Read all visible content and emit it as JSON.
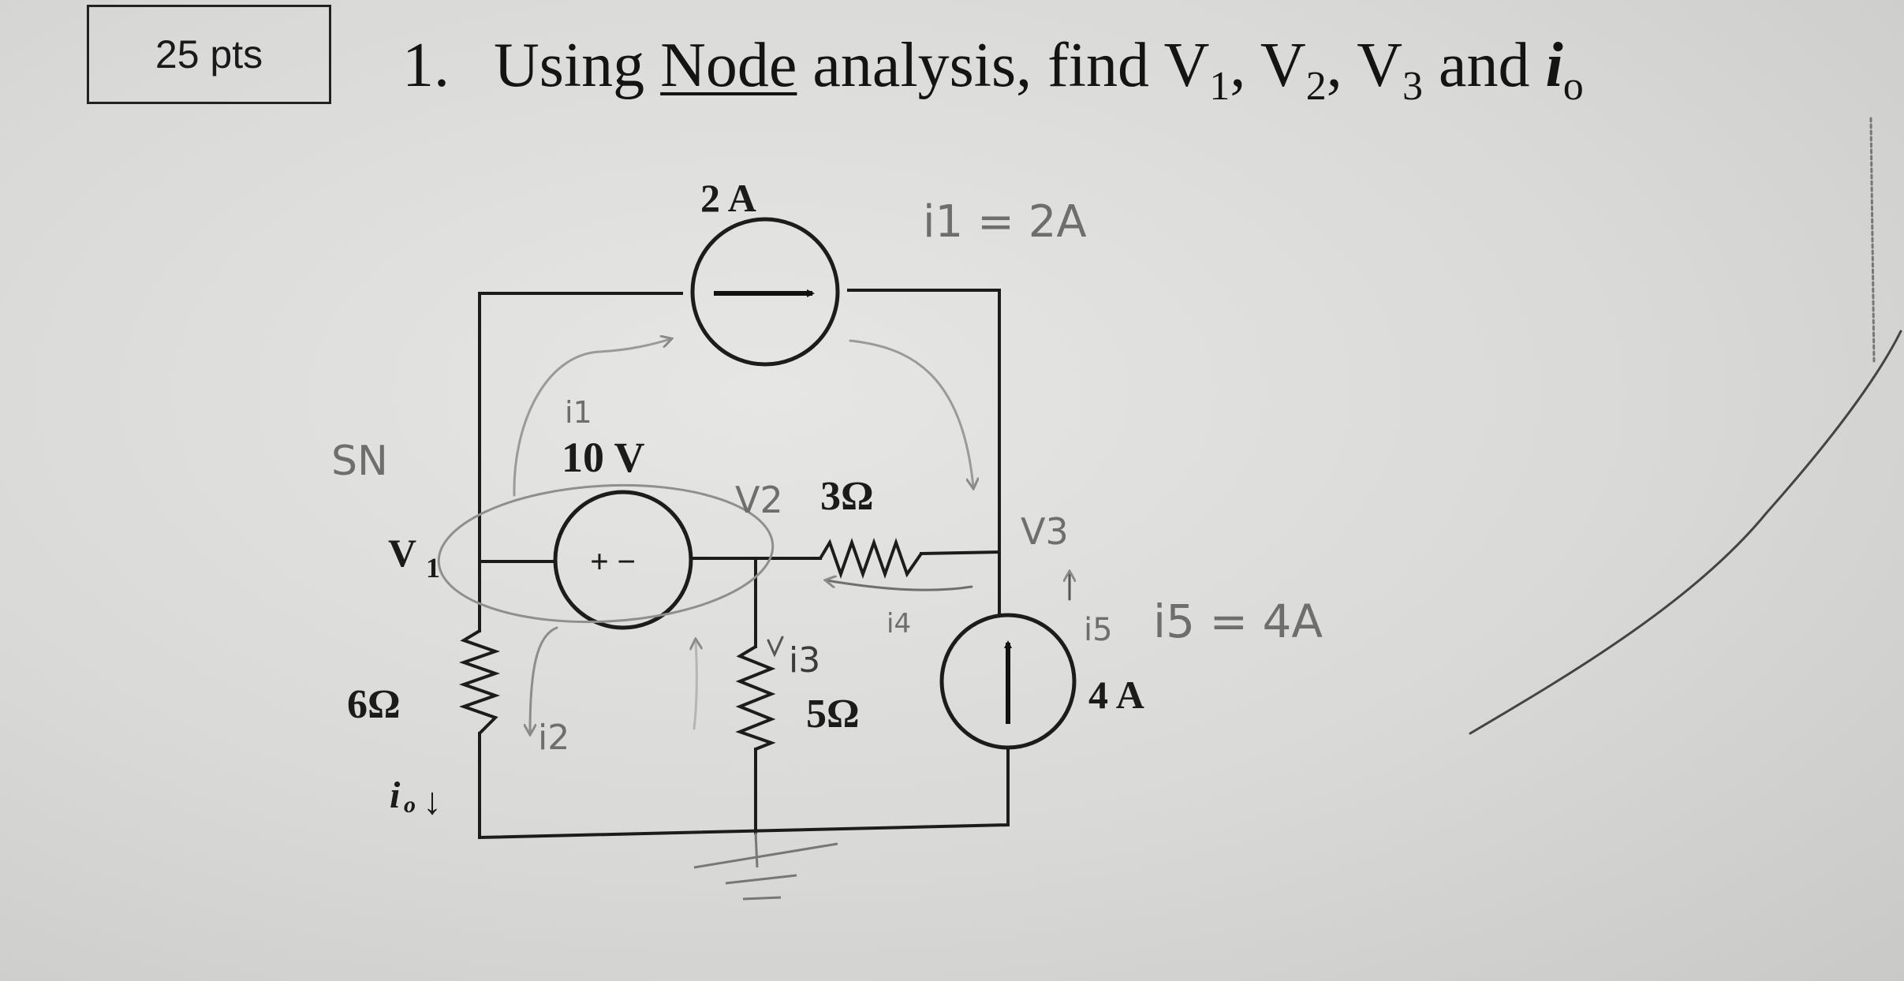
{
  "header": {
    "points": "25 pts",
    "number": "1.",
    "text_using": "Using ",
    "text_node": "Node",
    "text_analysis": " analysis, find V",
    "sub1": "1",
    "text_v2": ", V",
    "sub2": "2",
    "text_v3": ", V",
    "sub3": "3",
    "text_and": " and ",
    "text_i": "i",
    "sub_o": "o"
  },
  "circuit": {
    "current_source_top": "2 A",
    "voltage_source": "10 V",
    "voltage_source_polarity": "+ −",
    "resistor_3": "3Ω",
    "resistor_5": "5Ω",
    "resistor_6": "6Ω",
    "current_source_right": "4 A",
    "node_v1": "V",
    "node_v1_sub": "1",
    "current_io": "i",
    "current_io_sub": "o",
    "current_io_arrow": "↓"
  },
  "handwritten": {
    "supernode": "SN",
    "node_v2": "V2",
    "node_v3": "V3",
    "i1_eq": "i1 = 2A",
    "i1_label": "i1",
    "i2_label": "i2",
    "i3_label": "i3",
    "i4_label": "i4",
    "i5_label": "i5",
    "i5_eq": "i5 = 4A"
  }
}
